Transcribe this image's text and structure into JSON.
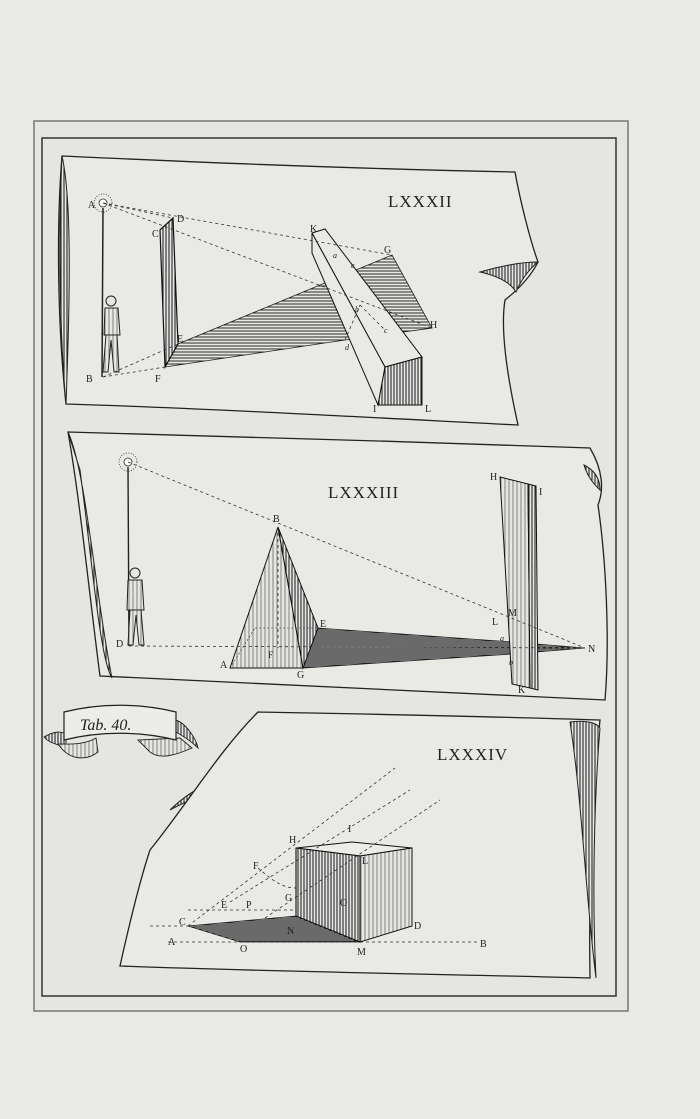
{
  "plate": {
    "banner": "Tab. 40.",
    "figures": [
      {
        "numeral": "LXXXII",
        "points": {
          "A": "A",
          "B": "B",
          "C": "C",
          "D": "D",
          "E": "E",
          "F": "F",
          "G": "G",
          "H": "H",
          "I": "I",
          "K": "K",
          "L": "L",
          "a": "a",
          "b": "b",
          "c": "c",
          "d": "d",
          "e": "e"
        }
      },
      {
        "numeral": "LXXXIII",
        "points": {
          "A": "A",
          "B": "B",
          "D": "D",
          "E": "E",
          "F": "F",
          "G": "G",
          "H": "H",
          "I": "I",
          "K": "K",
          "L": "L",
          "M": "M",
          "N": "N",
          "a": "a",
          "b": "b"
        }
      },
      {
        "numeral": "LXXXIV",
        "points": {
          "A": "A",
          "B": "B",
          "C": "C",
          "D": "D",
          "E": "E",
          "F": "F",
          "G": "G",
          "H": "H",
          "I": "I",
          "L": "L",
          "M": "M",
          "N": "N",
          "O1": "O",
          "O2": "O",
          "P": "P"
        }
      }
    ]
  }
}
